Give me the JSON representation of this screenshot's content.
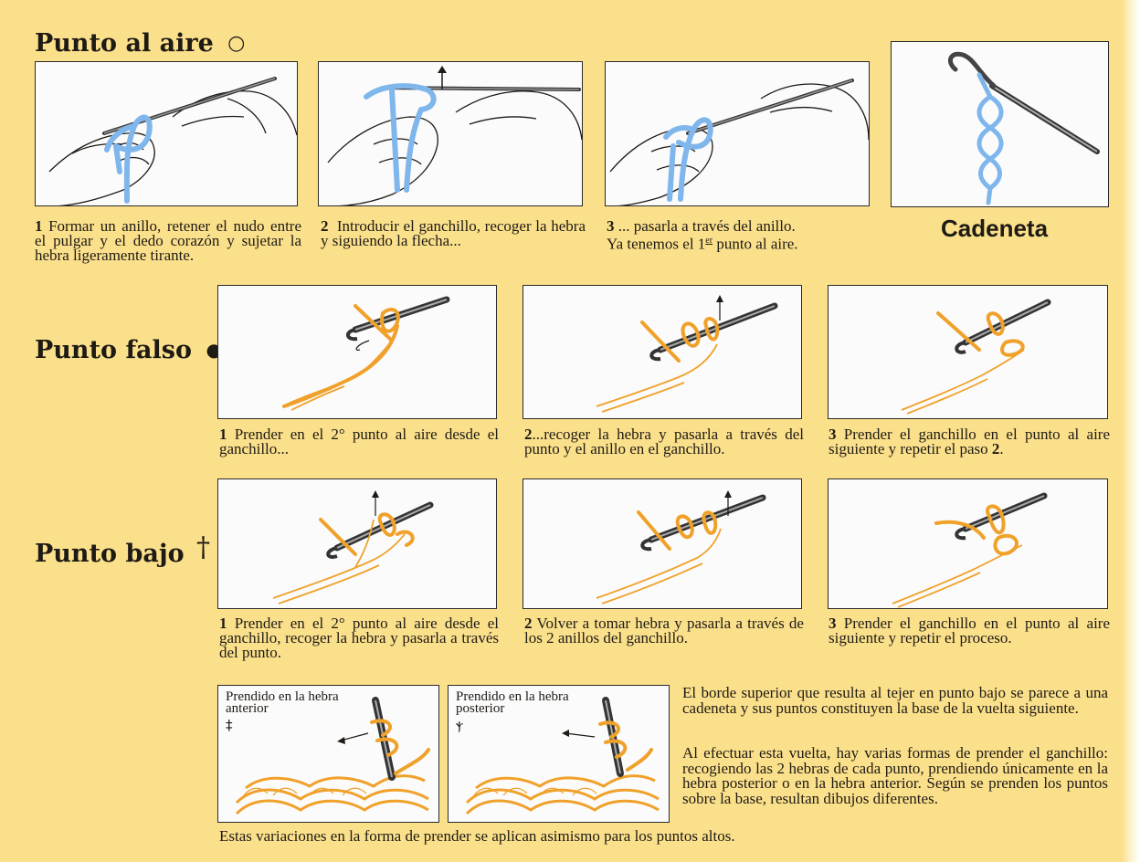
{
  "sections": {
    "aire": {
      "title": "Punto al aire",
      "symbol": "○"
    },
    "cadeneta": {
      "title": "Cadeneta"
    },
    "falso": {
      "title": "Punto falso",
      "symbol": "●"
    },
    "bajo": {
      "title": "Punto bajo",
      "symbol": "†"
    }
  },
  "captions": {
    "aire": [
      {
        "num": "1",
        "text": "Formar un anillo, retener el nudo entre el pulgar y el dedo corazón y sujetar la hebra ligeramente tirante."
      },
      {
        "num": "2",
        "text": "Introducir el ganchillo, recoger la hebra y siguiendo la flecha..."
      },
      {
        "num": "3",
        "line1": "... pasarla a través del anillo.",
        "line2a": "Ya tenemos el 1",
        "sup": "er",
        "line2b": " punto al aire."
      }
    ],
    "falso": [
      {
        "num": "1",
        "text": "Prender en el 2° punto al aire desde el ganchillo..."
      },
      {
        "num": "2",
        "text": "...recoger la hebra y pasarla a través del punto y el anillo en el ganchillo."
      },
      {
        "num": "3",
        "text": "Prender el ganchillo en el punto al aire siguiente y repetir el paso ",
        "bold_end": "2",
        "end": "."
      }
    ],
    "bajo": [
      {
        "num": "1",
        "text": "Prender en el 2° punto al aire desde el ganchillo, recoger la hebra y pasarla a través del punto."
      },
      {
        "num": "2",
        "text": "Volver a tomar hebra y pasarla a través de los 2 anillos del ganchillo."
      },
      {
        "num": "3",
        "text": "Prender el ganchillo en el punto al aire siguiente y repetir el proceso."
      }
    ]
  },
  "variants": [
    {
      "label": "Prendido en la hebra anterior",
      "symbol": "‡"
    },
    {
      "label": "Prendido en la hebra posterior",
      "symbol": "ⲯ"
    }
  ],
  "paragraphs": [
    "El borde superior que resulta al tejer en punto bajo se parece a una cadeneta y sus puntos constituyen la base de la vuelta siguiente.",
    "Al efectuar esta vuelta, hay varias formas de prender el ganchillo: recogiendo las 2 hebras de cada punto, prendiendo únicamente en la hebra posterior o en la hebra anterior. Según se prenden los puntos sobre la base, resultan dibujos diferentes."
  ],
  "footer": "Estas variaciones en la forma de prender se aplican asimismo para los puntos altos.",
  "colors": {
    "page": "#fbe08c",
    "yarn_blue": "#7fb6ec",
    "yarn_orange": "#f0a12a",
    "ink": "#1e1a14"
  }
}
